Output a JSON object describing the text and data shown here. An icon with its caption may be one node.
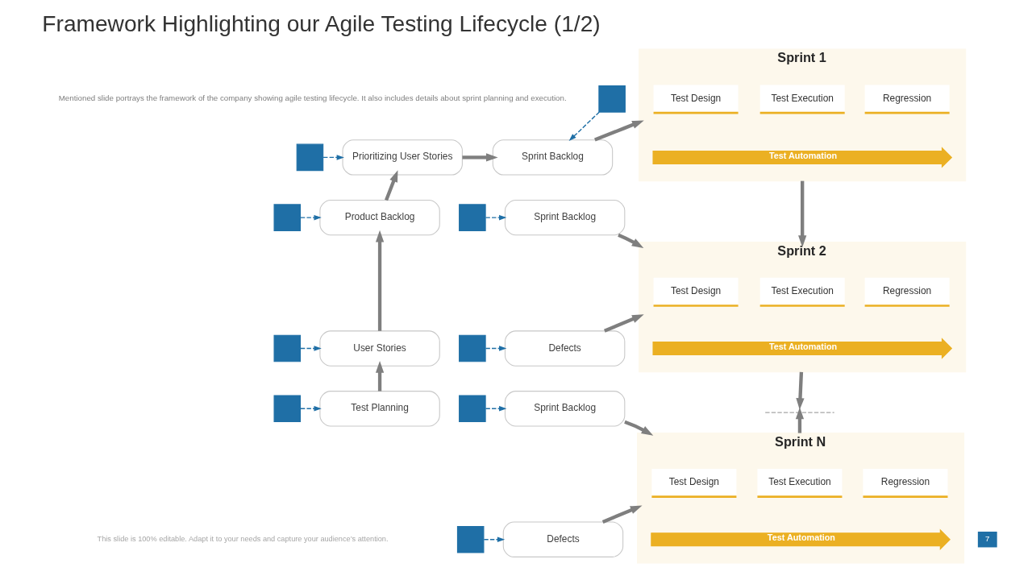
{
  "diagram": {
    "title": "Framework Highlighting our Agile Testing Lifecycle (1/2)",
    "nodes": [
      {
        "text": [],
        "shape": "box"
      },
      {
        "text": [
          "Prioritizing User Stories"
        ]
      },
      {
        "text": [],
        "shape": "box"
      },
      {
        "text": [
          "Product Backlog"
        ]
      },
      {
        "text": [],
        "shape": "box"
      },
      {
        "text": [
          "User Stories"
        ]
      },
      {
        "text": [],
        "shape": "box"
      },
      {
        "text": [
          "Test Planning"
        ]
      },
      {
        "text": [],
        "shape": "box"
      },
      {
        "text": [
          "Sprint Backlog"
        ]
      },
      {
        "text": [],
        "shape": "box"
      },
      {
        "text": [
          "Sprint Backlog"
        ]
      },
      {
        "text": [],
        "shape": "box"
      },
      {
        "text": [
          "Defects"
        ]
      },
      {
        "text": [],
        "shape": "box"
      },
      {
        "text": [
          "Sprint Backlog"
        ]
      },
      {
        "text": [],
        "shape": "box"
      },
      {
        "text": [
          "Defects"
        ]
      },
      {
        "text": [
          "Sprint 1"
        ]
      },
      {
        "text": [
          "Test Design"
        ],
        "in": 18
      },
      {
        "text": [
          "Test Execution"
        ],
        "in": 18
      },
      {
        "text": [
          "Regression"
        ],
        "in": 18
      },
      {
        "text": [
          "Test Automation"
        ],
        "in": 18
      },
      {
        "text": [
          "Sprint 2"
        ]
      },
      {
        "text": [
          "Test Design"
        ],
        "in": 23
      },
      {
        "text": [
          "Test Execution"
        ],
        "in": 23
      },
      {
        "text": [
          "Regression"
        ],
        "in": 23
      },
      {
        "text": [
          "Test Automation"
        ],
        "in": 23
      },
      {
        "text": [],
        "shape": "line"
      },
      {
        "text": [
          "Sprint N"
        ]
      },
      {
        "text": [
          "Test Design"
        ],
        "in": 29
      },
      {
        "text": [
          "Test Execution"
        ],
        "in": 29
      },
      {
        "text": [
          "Regression"
        ],
        "in": 29
      },
      {
        "text": [
          "Test Automation"
        ],
        "in": 29
      }
    ],
    "edges": [
      {
        "from": 0,
        "to": 1,
        "arrow": "to",
        "style": "dashed",
        "color": "#1f6fa6"
      },
      {
        "from": 2,
        "to": 3,
        "arrow": "to",
        "style": "dashed",
        "color": "#1f6fa6"
      },
      {
        "from": 4,
        "to": 5,
        "arrow": "to",
        "style": "dashed",
        "color": "#1f6fa6"
      },
      {
        "from": 6,
        "to": 7,
        "arrow": "to",
        "style": "dashed",
        "color": "#1f6fa6"
      },
      {
        "from": 8,
        "to": 9,
        "arrow": "to",
        "style": "dashed",
        "color": "#1f6fa6"
      },
      {
        "from": 10,
        "to": 11,
        "arrow": "to",
        "style": "dashed",
        "color": "#1f6fa6"
      },
      {
        "from": 12,
        "to": 13,
        "arrow": "to",
        "style": "dashed",
        "color": "#1f6fa6"
      },
      {
        "from": 14,
        "to": 15,
        "arrow": "to",
        "style": "dashed",
        "color": "#1f6fa6"
      },
      {
        "from": 16,
        "to": 17,
        "arrow": "to",
        "style": "dashed",
        "color": "#1f6fa6"
      },
      {
        "from": 7,
        "to": 5,
        "arrow": "to"
      },
      {
        "from": 5,
        "to": 3,
        "arrow": "to"
      },
      {
        "from": 3,
        "to": 1,
        "arrow": "to"
      },
      {
        "from": 1,
        "to": 9,
        "arrow": "to"
      },
      {
        "from": 9,
        "to": 18,
        "arrow": "to"
      },
      {
        "from": 11,
        "to": 23,
        "arrow": "to"
      },
      {
        "from": 13,
        "to": 23,
        "arrow": "to"
      },
      {
        "from": 18,
        "to": 23,
        "arrow": "to"
      },
      {
        "from": 15,
        "to": 29,
        "arrow": "to"
      },
      {
        "from": 17,
        "to": 29,
        "arrow": "to"
      },
      {
        "from": 23,
        "to": 28,
        "arrow": "to"
      },
      {
        "from": 29,
        "to": 28,
        "arrow": "to"
      }
    ],
    "labels": [
      "Mentioned slide portrays the framework of the company showing agile testing lifecycle. It also includes details about sprint planning and execution.",
      "This slide is 100% editable. Adapt it to your needs and capture your audience’s attention.",
      "7"
    ]
  }
}
